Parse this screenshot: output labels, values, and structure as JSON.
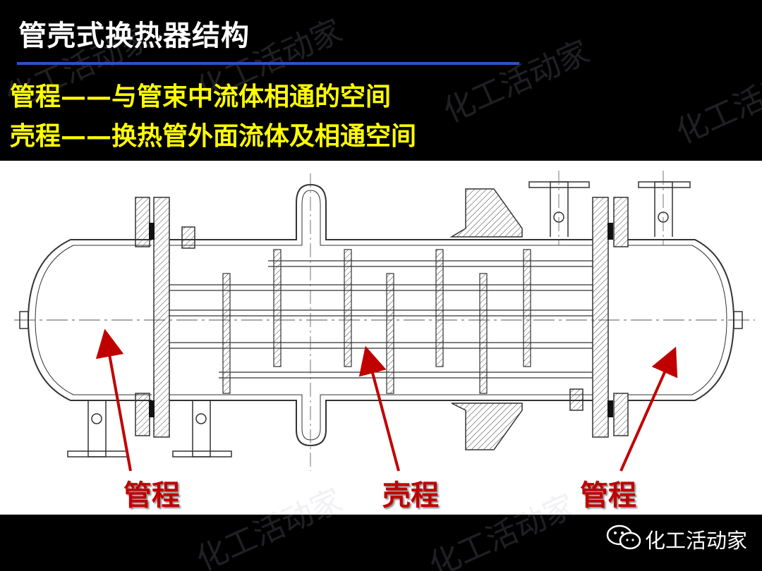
{
  "slide": {
    "title": "管壳式换热器结构",
    "definitions": [
      "管程——与管束中流体相通的空间",
      "壳程——换热管外面流体及相通空间"
    ]
  },
  "diagram": {
    "labels": {
      "tube_side_left": "管程",
      "shell_side": "壳程",
      "tube_side_right": "管程"
    },
    "arrow_color": "#c00000",
    "line_color": "#333333"
  },
  "footer": {
    "brand": "化工活动家"
  },
  "watermark": "化工活动家",
  "colors": {
    "title": "#ffffff",
    "definition": "#ffff00",
    "rule": "#2a54c8",
    "label": "#c00000"
  }
}
